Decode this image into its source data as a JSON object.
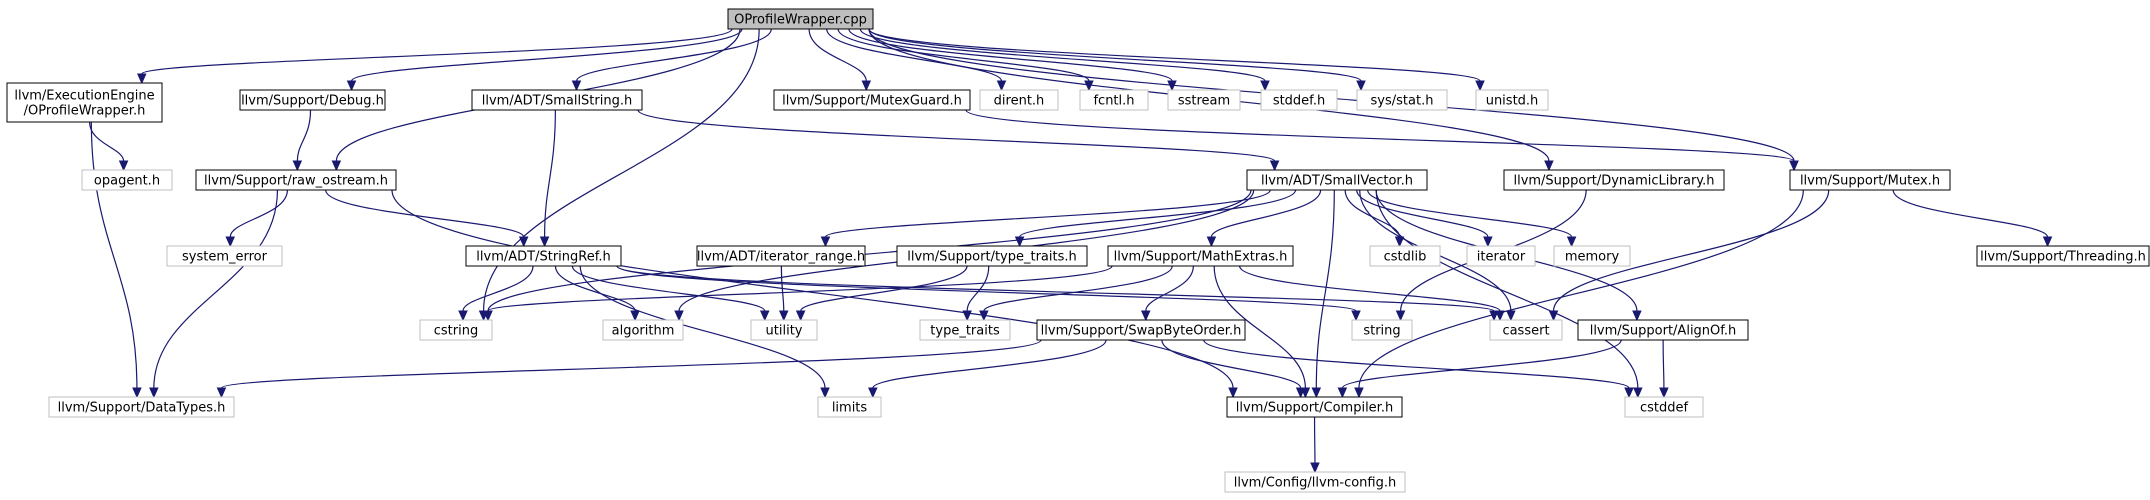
{
  "graph": {
    "colors": {
      "edge": "#191970",
      "root_fill": "#bfbfbf",
      "internal_border": "#000000",
      "external_border": "#bfbfbf"
    },
    "nodes": [
      {
        "id": "root",
        "lines": [
          "OProfileWrapper.cpp"
        ],
        "kind": "root"
      },
      {
        "id": "ee_opw",
        "lines": [
          "llvm/ExecutionEngine",
          "/OProfileWrapper.h"
        ],
        "kind": "int"
      },
      {
        "id": "debug",
        "lines": [
          "llvm/Support/Debug.h"
        ],
        "kind": "int"
      },
      {
        "id": "smallstring",
        "lines": [
          "llvm/ADT/SmallString.h"
        ],
        "kind": "int"
      },
      {
        "id": "mutexguard",
        "lines": [
          "llvm/Support/MutexGuard.h"
        ],
        "kind": "int"
      },
      {
        "id": "dirent",
        "lines": [
          "dirent.h"
        ],
        "kind": "ext"
      },
      {
        "id": "fcntl",
        "lines": [
          "fcntl.h"
        ],
        "kind": "ext"
      },
      {
        "id": "sstream",
        "lines": [
          "sstream"
        ],
        "kind": "ext"
      },
      {
        "id": "stddef",
        "lines": [
          "stddef.h"
        ],
        "kind": "ext"
      },
      {
        "id": "sysstat",
        "lines": [
          "sys/stat.h"
        ],
        "kind": "ext"
      },
      {
        "id": "unistd",
        "lines": [
          "unistd.h"
        ],
        "kind": "ext"
      },
      {
        "id": "opagent",
        "lines": [
          "opagent.h"
        ],
        "kind": "ext"
      },
      {
        "id": "raw_ostream",
        "lines": [
          "llvm/Support/raw_ostream.h"
        ],
        "kind": "int"
      },
      {
        "id": "smallvector",
        "lines": [
          "llvm/ADT/SmallVector.h"
        ],
        "kind": "int"
      },
      {
        "id": "dynlib",
        "lines": [
          "llvm/Support/DynamicLibrary.h"
        ],
        "kind": "int"
      },
      {
        "id": "mutex",
        "lines": [
          "llvm/Support/Mutex.h"
        ],
        "kind": "int"
      },
      {
        "id": "system_error",
        "lines": [
          "system_error"
        ],
        "kind": "ext"
      },
      {
        "id": "stringref",
        "lines": [
          "llvm/ADT/StringRef.h"
        ],
        "kind": "int"
      },
      {
        "id": "iter_range",
        "lines": [
          "llvm/ADT/iterator_range.h"
        ],
        "kind": "int"
      },
      {
        "id": "type_traits_h",
        "lines": [
          "llvm/Support/type_traits.h"
        ],
        "kind": "int"
      },
      {
        "id": "mathextras",
        "lines": [
          "llvm/Support/MathExtras.h"
        ],
        "kind": "int"
      },
      {
        "id": "cstdlib",
        "lines": [
          "cstdlib"
        ],
        "kind": "ext"
      },
      {
        "id": "iterator",
        "lines": [
          "iterator"
        ],
        "kind": "ext"
      },
      {
        "id": "memory",
        "lines": [
          "memory"
        ],
        "kind": "ext"
      },
      {
        "id": "threading",
        "lines": [
          "llvm/Support/Threading.h"
        ],
        "kind": "int"
      },
      {
        "id": "cstring",
        "lines": [
          "cstring"
        ],
        "kind": "ext"
      },
      {
        "id": "algorithm",
        "lines": [
          "algorithm"
        ],
        "kind": "ext"
      },
      {
        "id": "utility",
        "lines": [
          "utility"
        ],
        "kind": "ext"
      },
      {
        "id": "type_traits",
        "lines": [
          "type_traits"
        ],
        "kind": "ext"
      },
      {
        "id": "swapbyteorder",
        "lines": [
          "llvm/Support/SwapByteOrder.h"
        ],
        "kind": "int"
      },
      {
        "id": "string",
        "lines": [
          "string"
        ],
        "kind": "ext"
      },
      {
        "id": "cassert",
        "lines": [
          "cassert"
        ],
        "kind": "ext"
      },
      {
        "id": "alignof",
        "lines": [
          "llvm/Support/AlignOf.h"
        ],
        "kind": "int"
      },
      {
        "id": "datatypes",
        "lines": [
          "llvm/Support/DataTypes.h"
        ],
        "kind": "ext"
      },
      {
        "id": "limits",
        "lines": [
          "limits"
        ],
        "kind": "ext"
      },
      {
        "id": "compiler",
        "lines": [
          "llvm/Support/Compiler.h"
        ],
        "kind": "int"
      },
      {
        "id": "cstddef",
        "lines": [
          "cstddef"
        ],
        "kind": "ext"
      },
      {
        "id": "llvmconfig",
        "lines": [
          "llvm/Config/llvm-config.h"
        ],
        "kind": "ext"
      }
    ],
    "edges": [
      [
        "root",
        "ee_opw"
      ],
      [
        "root",
        "debug"
      ],
      [
        "root",
        "smallstring"
      ],
      [
        "root",
        "mutexguard"
      ],
      [
        "root",
        "dirent"
      ],
      [
        "root",
        "fcntl"
      ],
      [
        "root",
        "sstream"
      ],
      [
        "root",
        "stddef"
      ],
      [
        "root",
        "sysstat"
      ],
      [
        "root",
        "unistd"
      ],
      [
        "root",
        "raw_ostream"
      ],
      [
        "root",
        "cstring"
      ],
      [
        "root",
        "dynlib"
      ],
      [
        "root",
        "mutex"
      ],
      [
        "ee_opw",
        "opagent"
      ],
      [
        "ee_opw",
        "datatypes"
      ],
      [
        "debug",
        "raw_ostream"
      ],
      [
        "smallstring",
        "stringref"
      ],
      [
        "smallstring",
        "smallvector"
      ],
      [
        "mutexguard",
        "mutex"
      ],
      [
        "raw_ostream",
        "system_error"
      ],
      [
        "raw_ostream",
        "stringref"
      ],
      [
        "raw_ostream",
        "datatypes"
      ],
      [
        "raw_ostream",
        "compiler"
      ],
      [
        "smallvector",
        "cstring"
      ],
      [
        "smallvector",
        "algorithm"
      ],
      [
        "smallvector",
        "iter_range"
      ],
      [
        "smallvector",
        "type_traits_h"
      ],
      [
        "smallvector",
        "mathextras"
      ],
      [
        "smallvector",
        "cstdlib"
      ],
      [
        "smallvector",
        "iterator"
      ],
      [
        "smallvector",
        "memory"
      ],
      [
        "smallvector",
        "cassert"
      ],
      [
        "smallvector",
        "alignof"
      ],
      [
        "smallvector",
        "compiler"
      ],
      [
        "smallvector",
        "cstddef"
      ],
      [
        "dynlib",
        "string"
      ],
      [
        "mutex",
        "threading"
      ],
      [
        "mutex",
        "cassert"
      ],
      [
        "mutex",
        "compiler"
      ],
      [
        "stringref",
        "cstring"
      ],
      [
        "stringref",
        "algorithm"
      ],
      [
        "stringref",
        "utility"
      ],
      [
        "stringref",
        "limits"
      ],
      [
        "stringref",
        "string"
      ],
      [
        "stringref",
        "cassert"
      ],
      [
        "iter_range",
        "utility"
      ],
      [
        "type_traits_h",
        "utility"
      ],
      [
        "type_traits_h",
        "type_traits"
      ],
      [
        "mathextras",
        "cstring"
      ],
      [
        "mathextras",
        "type_traits"
      ],
      [
        "mathextras",
        "swapbyteorder"
      ],
      [
        "mathextras",
        "compiler"
      ],
      [
        "mathextras",
        "cassert"
      ],
      [
        "swapbyteorder",
        "datatypes"
      ],
      [
        "swapbyteorder",
        "limits"
      ],
      [
        "swapbyteorder",
        "compiler"
      ],
      [
        "swapbyteorder",
        "cstddef"
      ],
      [
        "alignof",
        "compiler"
      ],
      [
        "alignof",
        "cstddef"
      ],
      [
        "compiler",
        "llvmconfig"
      ]
    ]
  }
}
